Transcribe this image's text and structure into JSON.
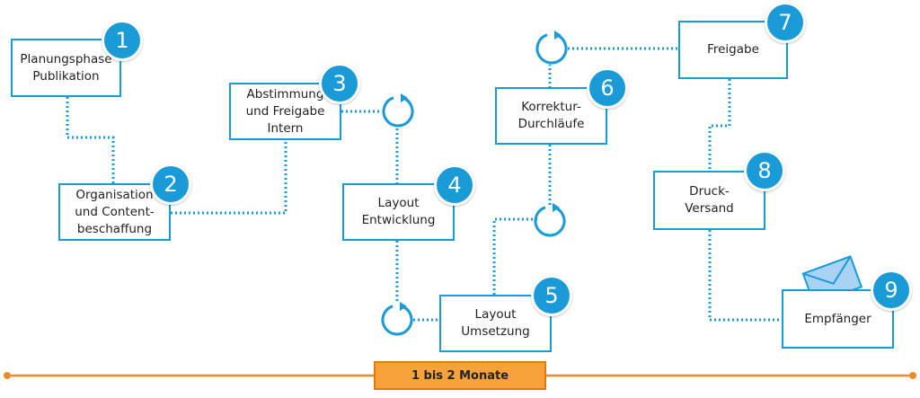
{
  "steps": [
    {
      "number": "1",
      "label": "Planungsphase\nPublikation"
    },
    {
      "number": "2",
      "label": "Organisation\nund Content-\nbeschaffung"
    },
    {
      "number": "3",
      "label": "Abstimmung\nund Freigabe\nIntern"
    },
    {
      "number": "4",
      "label": "Layout\nEntwicklung"
    },
    {
      "number": "5",
      "label": "Layout\nUmsetzung"
    },
    {
      "number": "6",
      "label": "Korrektur-\nDurchläufe"
    },
    {
      "number": "7",
      "label": "Freigabe"
    },
    {
      "number": "8",
      "label": "Druck-\nVersand"
    },
    {
      "number": "9",
      "label": "Empfänger"
    }
  ],
  "timeline": {
    "label": "1 bis 2 Monate"
  },
  "colors": {
    "accent": "#1a9ad6",
    "timeline": "#f08a24",
    "timeline_fill": "#f7a23b",
    "envelope": "#a9d3f5"
  },
  "icons": [
    "cycle-icon",
    "envelope-icon"
  ]
}
